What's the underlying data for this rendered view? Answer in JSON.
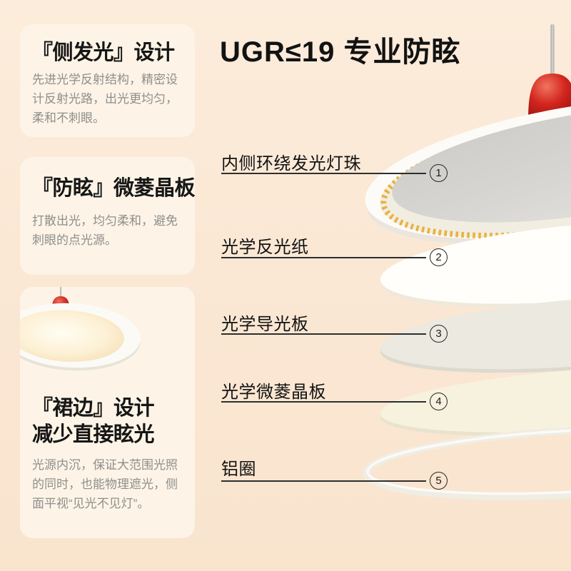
{
  "heading": {
    "title": "UGR≤19 专业防眩"
  },
  "feature_cards": [
    {
      "title": "『侧发光』设计",
      "body": "先进光学反射结构，精密设计反射光路，出光更均匀，柔和不刺眼。"
    },
    {
      "title": "『防眩』微菱晶板",
      "body": "打散出光，均匀柔和，避免刺眼的点光源。"
    },
    {
      "title_line1": "『裙边』设计",
      "title_line2": "减少直接眩光",
      "body": "光源内沉，保证大范围光照的同时，也能物理遮光，侧面平视“见光不见灯”。"
    }
  ],
  "exploded_view": {
    "labels": [
      {
        "text": "内侧环绕发光灯珠",
        "num": "1"
      },
      {
        "text": "光学反光纸",
        "num": "2"
      },
      {
        "text": "光学导光板",
        "num": "3"
      },
      {
        "text": "光学微菱晶板",
        "num": "4"
      },
      {
        "text": "铝圈",
        "num": "5"
      }
    ]
  },
  "colors": {
    "background": "#fbe9d6",
    "card": "#fdf4e7",
    "text_dark": "#141414",
    "text_gray": "#8f8e8c",
    "red_cap": "#c9201c",
    "led_yellow": "#e9b23a",
    "disc_gray": "#d5d3cf",
    "reflective_sheet_white": "#fffef9",
    "light_guide_gray": "#ebe9e0",
    "ivory_plate": "#f7f2de",
    "ring_white": "#f2efe7"
  }
}
